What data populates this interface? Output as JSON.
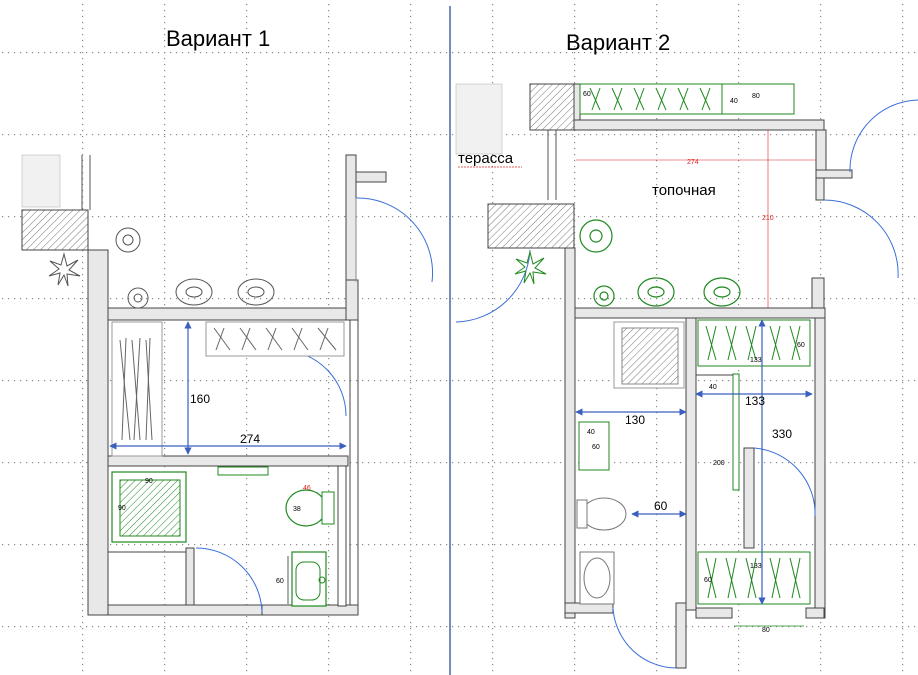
{
  "titles": {
    "variant1": "Вариант 1",
    "variant2": "Вариант 2"
  },
  "labels": {
    "terrace": "терасса",
    "boiler_room": "топочная"
  },
  "variant1_dims": {
    "d160": "160",
    "d274": "274",
    "d90a": "90",
    "d90b": "90",
    "d46": "46",
    "d38": "38",
    "d60": "60"
  },
  "variant2_dims": {
    "d274": "274",
    "d210": "210",
    "d60top": "60",
    "d40top": "40",
    "d80top": "80",
    "d130": "130",
    "d40": "40",
    "d60a": "60",
    "d60b": "60",
    "d133a": "133",
    "d133b": "133",
    "d133c": "133",
    "d60c": "60",
    "d60d": "60",
    "d40b": "40",
    "d200": "200",
    "d330": "330",
    "d80": "80"
  },
  "colors": {
    "wall": "#595959",
    "dimension_arrow": "#3a5fbf",
    "door_arc": "#3a6fd8",
    "fixture_green": "#1f8a1f",
    "red_dim": "#d22222",
    "divider": "#1f3f8f"
  }
}
